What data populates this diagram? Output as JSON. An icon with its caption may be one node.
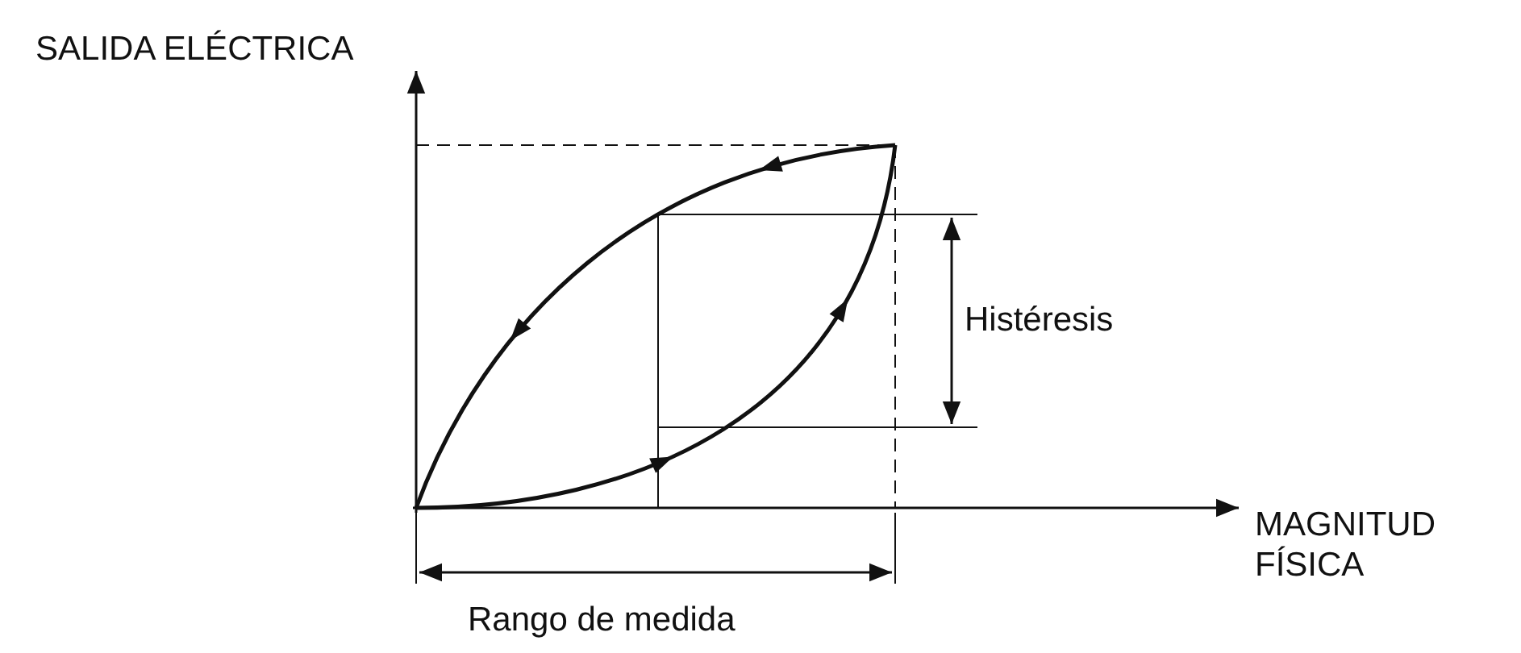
{
  "diagram": {
    "labels": [
      "SALIDA ELÉCTRICA",
      "Histéresis",
      "MAGNITUD FÍSICA",
      "Rango de medida"
    ]
  }
}
